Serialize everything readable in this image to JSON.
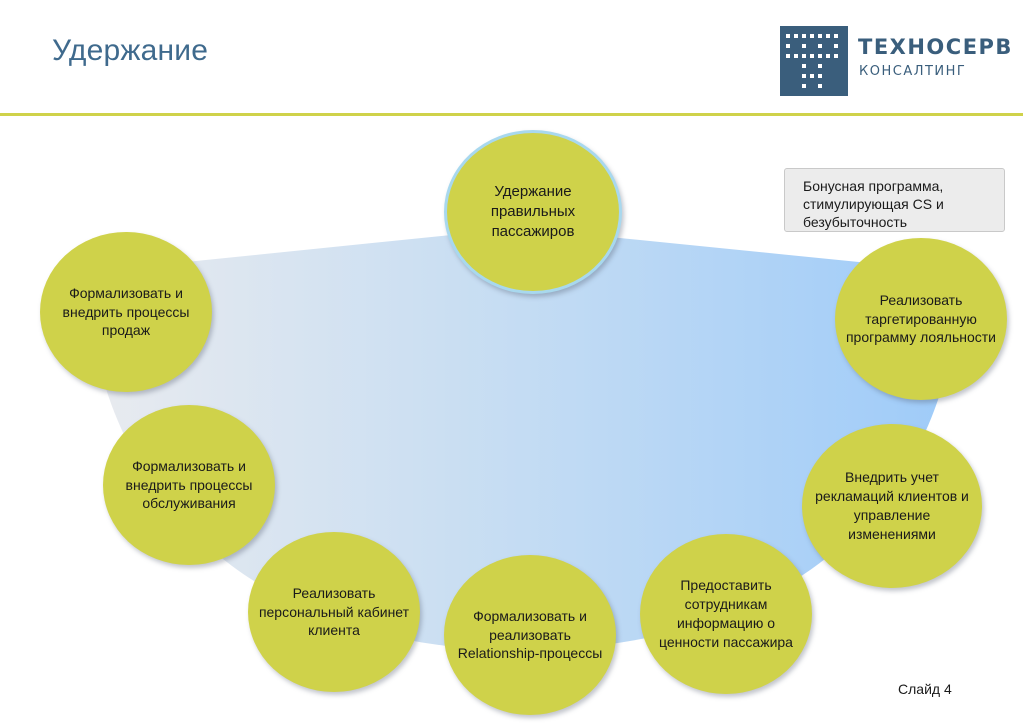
{
  "slide": {
    "title": "Удержание",
    "slide_number": "Слайд 4"
  },
  "logo": {
    "name": "ТЕХНОСЕРВ",
    "subtitle": "КОНСАЛТИНГ",
    "color": "#3a5e7c"
  },
  "colors": {
    "node_fill": "#cfd24a",
    "title": "#3f6a8d",
    "rule": "#cfd24a"
  },
  "diagram": {
    "center": "Удержание правильных пассажиров",
    "note": "Бонусная программа, стимулирующая CS и безубыточность",
    "nodes": [
      "Формализовать и внедрить процессы продаж",
      "Формализовать и внедрить процессы обслуживания",
      "Реализовать персональный кабинет клиента",
      "Формализовать и реализовать Relationship-процессы",
      "Предоставить сотрудникам информацию о ценности пассажира",
      "Внедрить учет рекламаций клиентов и управление изменениями",
      "Реализовать таргетированную программу лояльности"
    ]
  }
}
